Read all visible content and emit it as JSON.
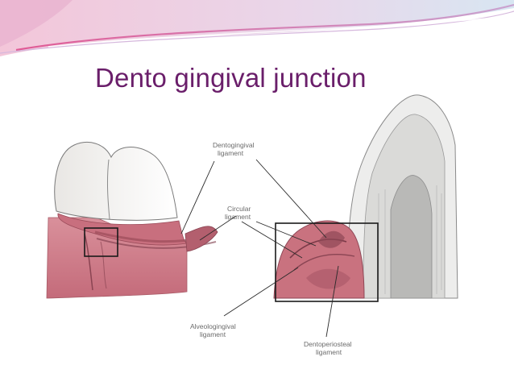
{
  "slide": {
    "title": "Dento gingival junction"
  },
  "figure": {
    "labels": {
      "dentogingival_line1": "Dentogingival",
      "dentogingival_line2": "ligament",
      "circular_line1": "Circular",
      "circular_line2": "ligament",
      "alveologingival_line1": "Alveologingival",
      "alveologingival_line2": "ligament",
      "dentoperiosteal_line1": "Dentoperiosteal",
      "dentoperiosteal_line2": "ligament"
    }
  },
  "colors": {
    "title": "#6a1e6a",
    "gingiva": "#c9727f",
    "wave_accent": "#cf4f86"
  }
}
